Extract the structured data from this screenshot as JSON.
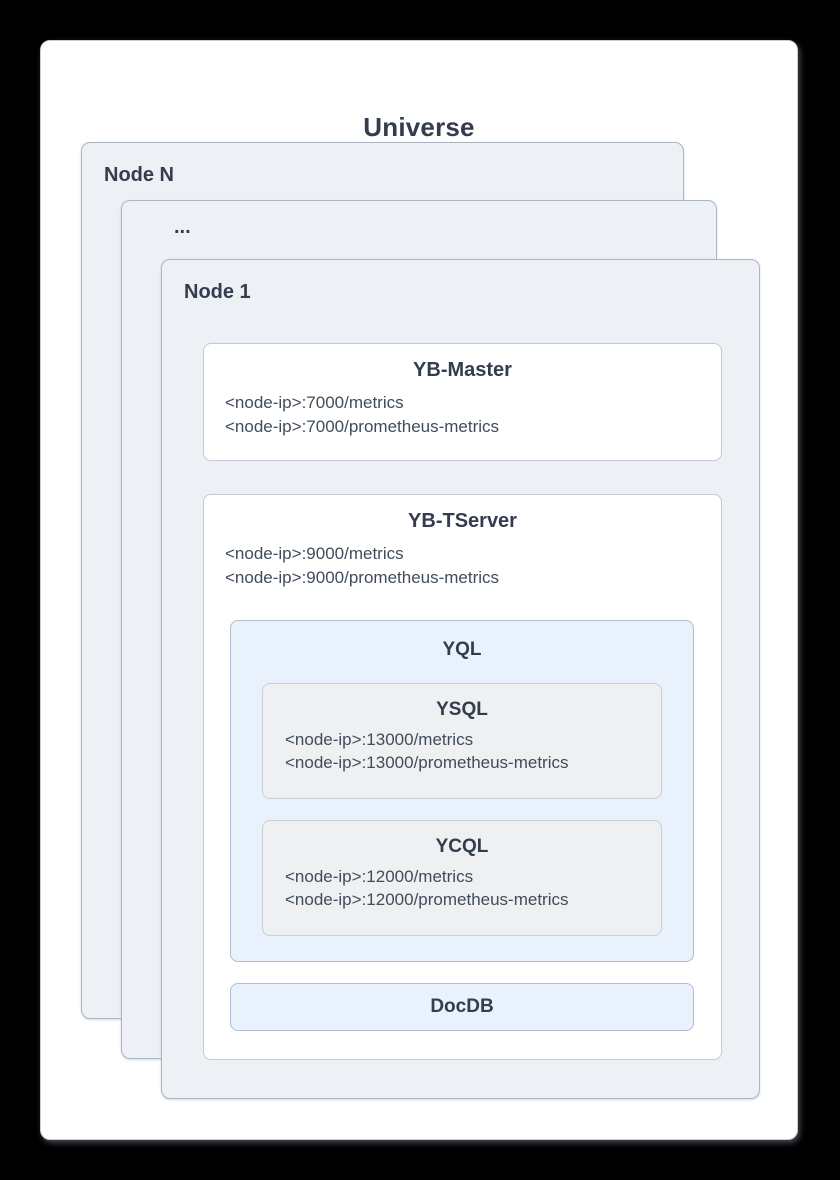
{
  "diagram": {
    "title": "Universe",
    "node_n_label": "Node N",
    "node_ellipsis_label": "...",
    "node_1_label": "Node 1",
    "yb_master": {
      "title": "YB-Master",
      "lines": [
        "<node-ip>:7000/metrics",
        "<node-ip>:7000/prometheus-metrics"
      ]
    },
    "yb_tserver": {
      "title": "YB-TServer",
      "lines": [
        "<node-ip>:9000/metrics",
        "<node-ip>:9000/prometheus-metrics"
      ],
      "yql": {
        "title": "YQL",
        "ysql": {
          "title": "YSQL",
          "lines": [
            "<node-ip>:13000/metrics",
            "<node-ip>:13000/prometheus-metrics"
          ]
        },
        "ycql": {
          "title": "YCQL",
          "lines": [
            "<node-ip>:12000/metrics",
            "<node-ip>:12000/prometheus-metrics"
          ]
        }
      },
      "docdb": {
        "title": "DocDB"
      }
    }
  },
  "colors": {
    "page_bg": "#000000",
    "card_fill": "#ffffff",
    "card_border": "#c9ced6",
    "node_fill": "#edf1f5",
    "node_border": "#aab6c2",
    "box_border": "#c3cad2",
    "blue_fill": "#e9f1fc",
    "blue_border": "#b2becb",
    "gray_fill": "#eef0f2",
    "gray_border": "#c9cfd5",
    "title_text": "#333d4d",
    "body_text": "#414c5a"
  }
}
